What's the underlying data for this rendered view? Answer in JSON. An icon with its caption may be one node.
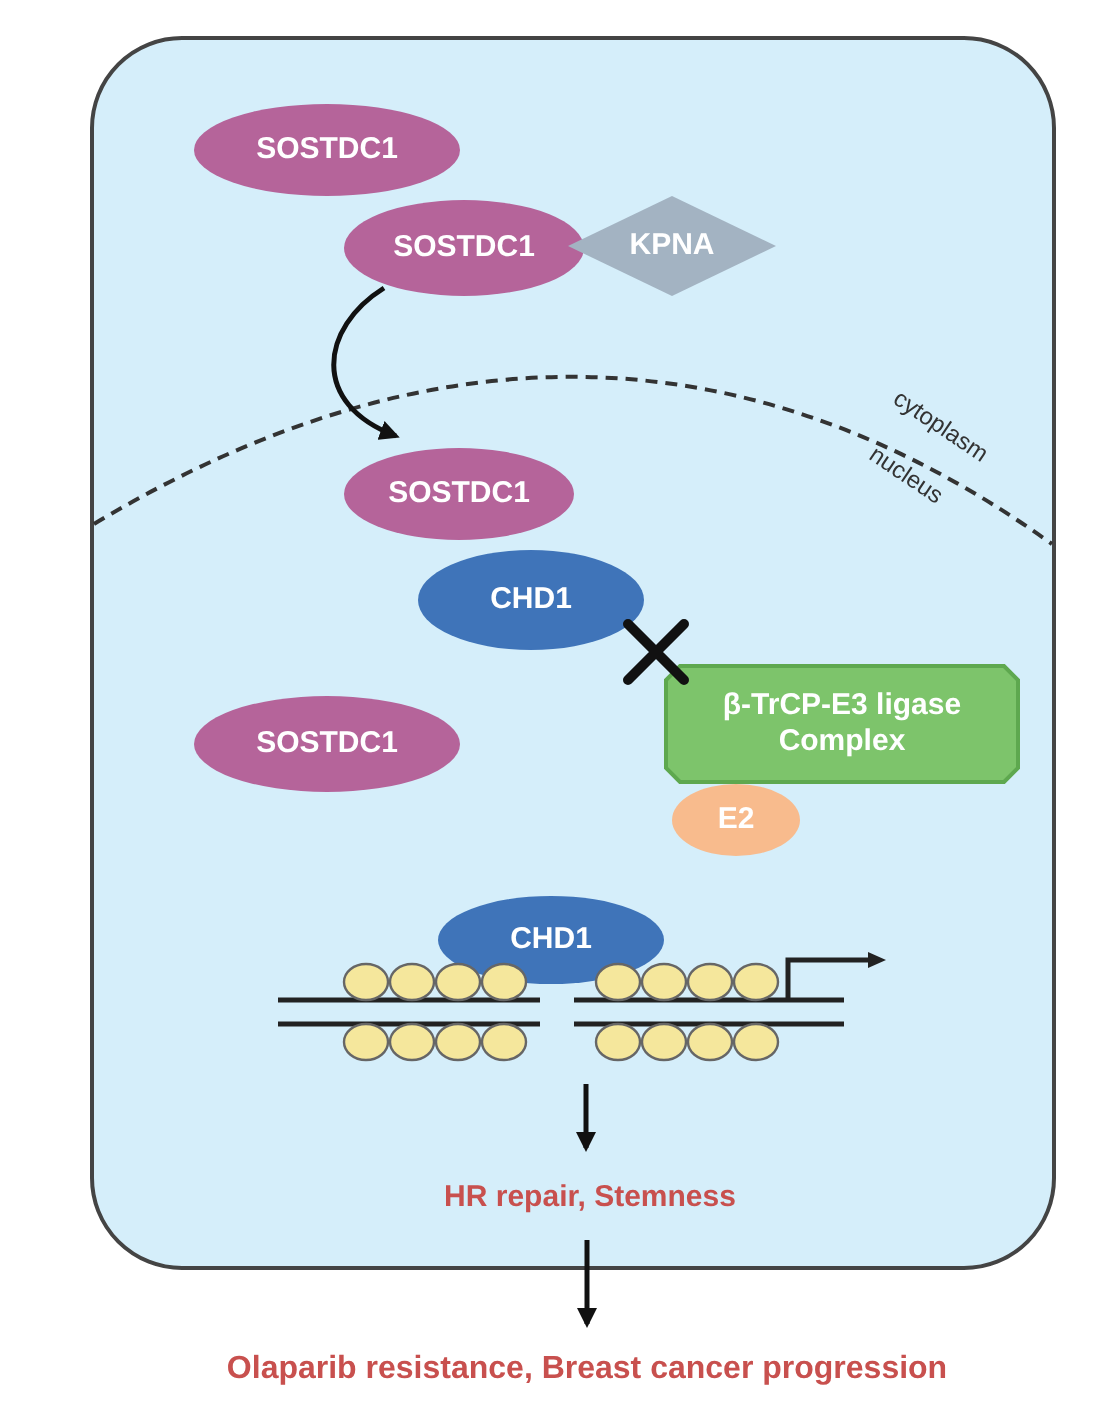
{
  "diagram": {
    "nodes": [
      {
        "text": [],
        "shape": "box"
      },
      {
        "text": [
          "SOSTDC1"
        ],
        "in": 0
      },
      {
        "text": [
          "SOSTDC1"
        ],
        "in": 0
      },
      {
        "text": [
          "KPNA"
        ],
        "in": 0
      },
      {
        "text": [
          "SOSTDC1"
        ],
        "in": 0
      },
      {
        "text": [
          "CHD1"
        ],
        "in": 0
      },
      {
        "text": [
          "β-TrCP-E3 ligase Complex"
        ],
        "in": 0
      },
      {
        "text": [
          "E2"
        ],
        "in": 0
      },
      {
        "text": [
          "SOSTDC1"
        ],
        "in": 0
      },
      {
        "text": [
          "CHD1"
        ],
        "in": 0
      },
      {
        "text": [],
        "shape": "picture",
        "in": 0
      },
      {
        "text": [
          "HR repair, Stemness"
        ],
        "in": 0
      },
      {
        "text": [
          "Olaparib resistance, Breast cancer progression"
        ]
      }
    ],
    "edges": [
      {
        "from": 2,
        "to": 4,
        "arrow": "to"
      },
      {
        "from": 10,
        "to": 11,
        "arrow": "to"
      },
      {
        "from": 11,
        "to": 12,
        "arrow": "to"
      }
    ],
    "labels": [
      "cytoplasm",
      "nucleus"
    ]
  }
}
